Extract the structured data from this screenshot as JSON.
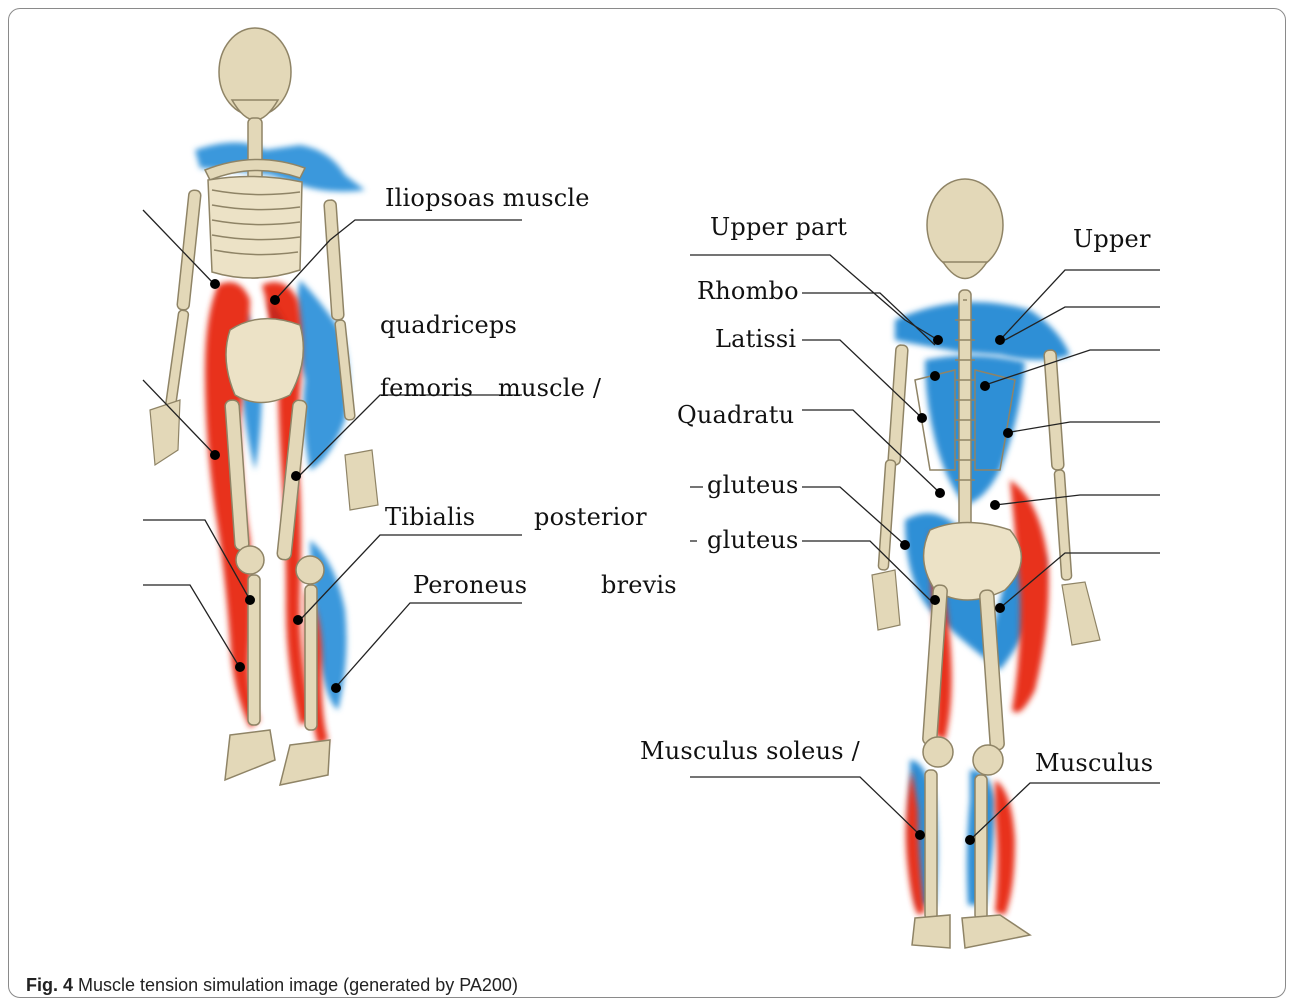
{
  "figure": {
    "left_labels": {
      "iliopsoas": "Iliopsoas muscle",
      "quadriceps": "quadriceps",
      "femoris": "femoris",
      "muscle_slash": "muscle /",
      "tibialis": "Tibialis",
      "posterior": "posterior",
      "peroneus": "Peroneus",
      "brevis": "brevis"
    },
    "right_labels": {
      "upper_part": "Upper part",
      "upper": "Upper",
      "rhombo": "Rhombo",
      "latissi": "Latissi",
      "quadratu": "Quadratu",
      "gluteus_1": "gluteus",
      "gluteus_2": "gluteus",
      "soleus": "Musculus soleus /",
      "musculus": "Musculus"
    },
    "colors": {
      "tension_high": "#e8321e",
      "tension_low": "#2f8fd6",
      "bone": "#e3d8b8",
      "bone_outline": "#8f8466",
      "marker": "#000000"
    }
  },
  "caption": {
    "number": "Fig. 4",
    "text": "Muscle tension simulation image (generated by PA200)"
  }
}
